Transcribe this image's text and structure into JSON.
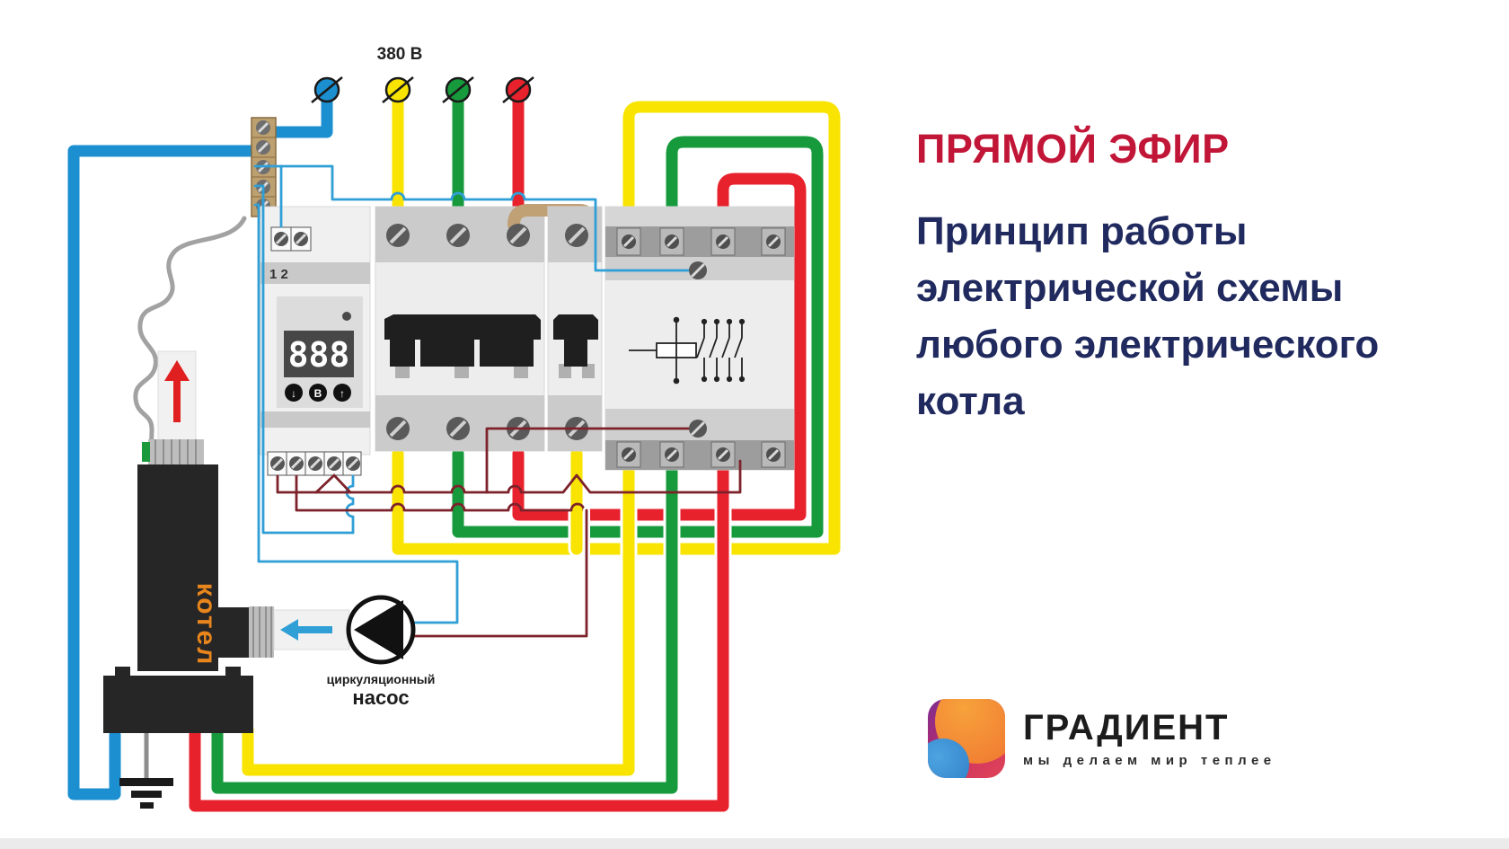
{
  "diagram": {
    "voltage_label": "380 В",
    "thermostat": {
      "terminals_label": "1 2",
      "display_value": "888",
      "buttons": [
        "↓",
        "B",
        "↑"
      ]
    },
    "boiler_label": "котел",
    "pump_label_line1": "циркуляционный",
    "pump_label_line2": "насос"
  },
  "panel": {
    "badge": "ПРЯМОЙ ЭФИР",
    "title_lines": [
      "Принцип работы",
      "электрической схемы",
      "любого электрического",
      "котла"
    ],
    "brand": {
      "name": "ГРАДИЕНТ",
      "tagline": "мы делаем мир теплее"
    }
  },
  "colors": {
    "neutral_wire": "#1b8fd0",
    "phase_yellow": "#f9e300",
    "phase_green": "#169a3c",
    "phase_red": "#e8222d",
    "control_wire": "#7d222b",
    "badge_red": "#c11637",
    "title_navy": "#202a5e"
  }
}
